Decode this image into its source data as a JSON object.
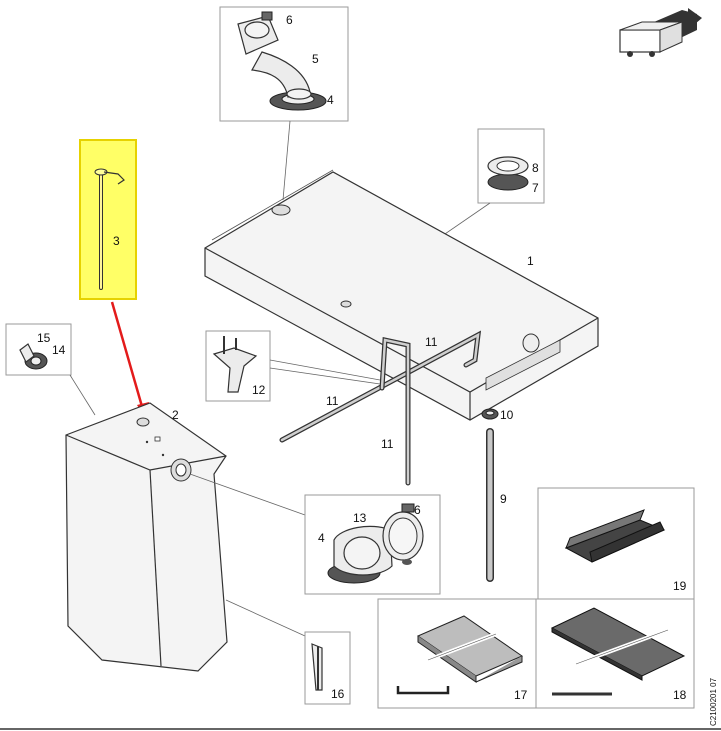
{
  "labels": {
    "p1": "1",
    "p2": "2",
    "p3": "3",
    "p4_top": "4",
    "p4_mid": "4",
    "p5": "5",
    "p6_top": "6",
    "p6_mid": "6",
    "p7": "7",
    "p8": "8",
    "p9": "9",
    "p10": "10",
    "p11_a": "11",
    "p11_b": "11",
    "p11_c": "11",
    "p12": "12",
    "p13": "13",
    "p14": "14",
    "p15": "15",
    "p16": "16",
    "p17": "17",
    "p18": "18",
    "p19": "19"
  },
  "document_code": "C2100201 07",
  "colors": {
    "highlight": "#ffff66",
    "arrow": "#e31b1b"
  },
  "icons": {
    "vehicle": "truck-direction-icon"
  }
}
